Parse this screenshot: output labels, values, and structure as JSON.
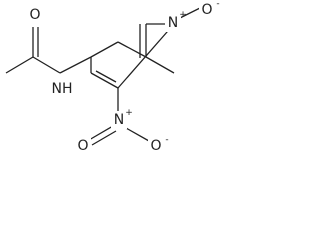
{
  "molecule": {
    "atoms": {
      "o_carbonyl": "O",
      "nh": "NH",
      "n_ring": "N",
      "n_ring_charge": "+",
      "o_oxide": "O",
      "o_oxide_charge": "-",
      "n_nitro": "N",
      "n_nitro_charge": "+",
      "o_nitro_double": "O",
      "o_nitro_single": "O",
      "o_nitro_single_charge": "-"
    }
  }
}
